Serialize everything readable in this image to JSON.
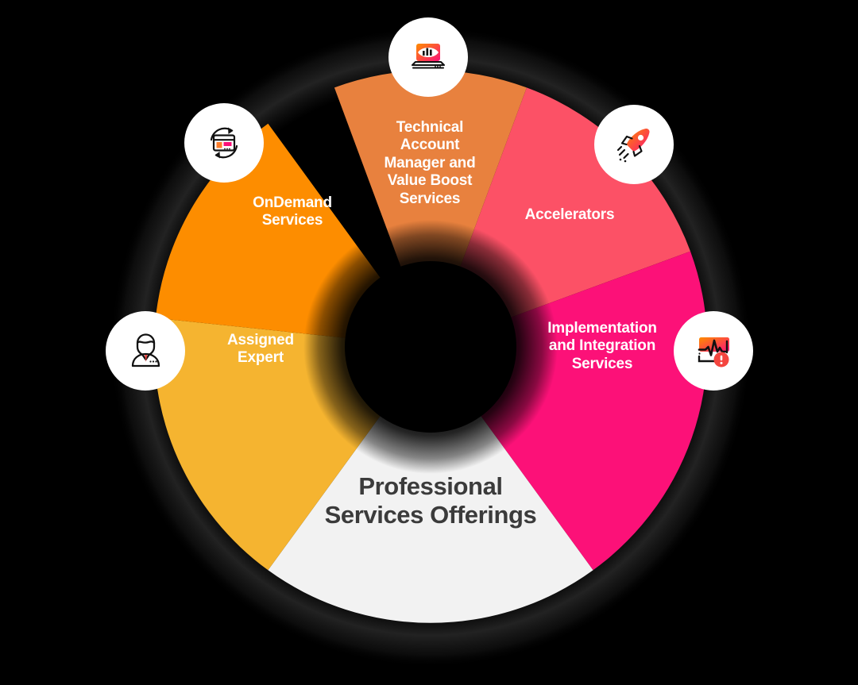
{
  "graphic": {
    "type": "donut-wheel-diagram",
    "background_color": "#000000",
    "center_title": "Professional\nServices Offerings",
    "center_title_color": "#3b3b3b"
  },
  "chart_data": {
    "type": "pie",
    "title": "Professional Services Offerings",
    "legend_position": "on-slice",
    "categories": [
      "Professional Services Offerings",
      "Assigned Expert",
      "OnDemand Services",
      "Technical Account Manager and Value Boost Services",
      "Accelerators",
      "Implementation and Integration Services"
    ],
    "values": [
      120,
      48,
      48,
      48,
      48,
      48
    ],
    "colors": [
      "#f2f2f2",
      "#f5b430",
      "#fd8d00",
      "#e8813e",
      "#fc5166",
      "#fc1178"
    ]
  },
  "segments": [
    {
      "id": "technical-account-manager",
      "label": "Technical\nAccount\nManager and\nValue Boost\nServices",
      "color": "#e8813e",
      "label_color": "#ffffff",
      "icon_name": "laptop-insights-icon"
    },
    {
      "id": "ondemand-services",
      "label": "OnDemand\nServices",
      "color": "#fd8d00",
      "label_color": "#ffffff",
      "icon_name": "refresh-window-icon"
    },
    {
      "id": "assigned-expert",
      "label": "Assigned\nExpert",
      "color": "#f5b430",
      "label_color": "#ffffff",
      "icon_name": "expert-person-icon"
    },
    {
      "id": "accelerators",
      "label": "Accelerators",
      "color": "#fc5166",
      "label_color": "#ffffff",
      "icon_name": "rocket-icon"
    },
    {
      "id": "implementation-integration",
      "label": "Implementation\nand Integration\nServices",
      "color": "#fc1178",
      "label_color": "#ffffff",
      "icon_name": "monitor-alert-icon"
    },
    {
      "id": "professional-services-offerings",
      "label": "Professional\nServices Offerings",
      "color": "#f2f2f2",
      "label_color": "#3b3b3b",
      "icon_name": ""
    }
  ]
}
